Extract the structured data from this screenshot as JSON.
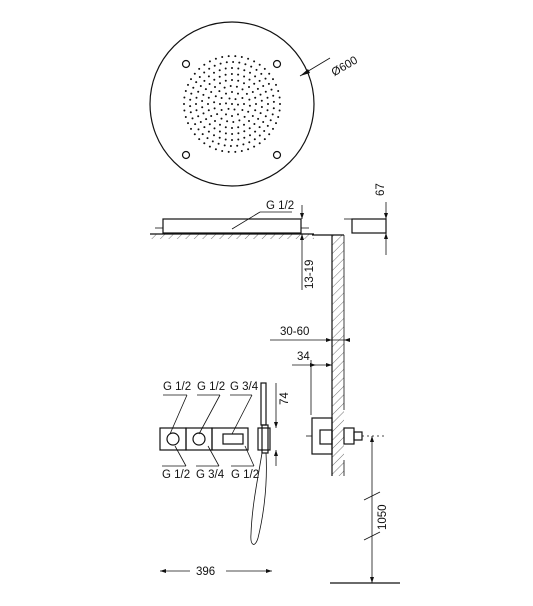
{
  "dimensions": {
    "diameter": "Ø600",
    "head_thickness": "67",
    "gap_to_ceiling": "13-19",
    "recess_depth": "30-60",
    "body_depth": "34",
    "handset_height": "74",
    "valve_height": "1050",
    "panel_width": "396"
  },
  "connections": {
    "head_inlet": "G 1/2",
    "top": [
      "G 1/2",
      "G 1/2",
      "G 3/4"
    ],
    "bottom": [
      "G 1/2",
      "G 3/4",
      "G 1/2"
    ]
  },
  "colors": {
    "line": "#111111",
    "background": "#ffffff"
  }
}
